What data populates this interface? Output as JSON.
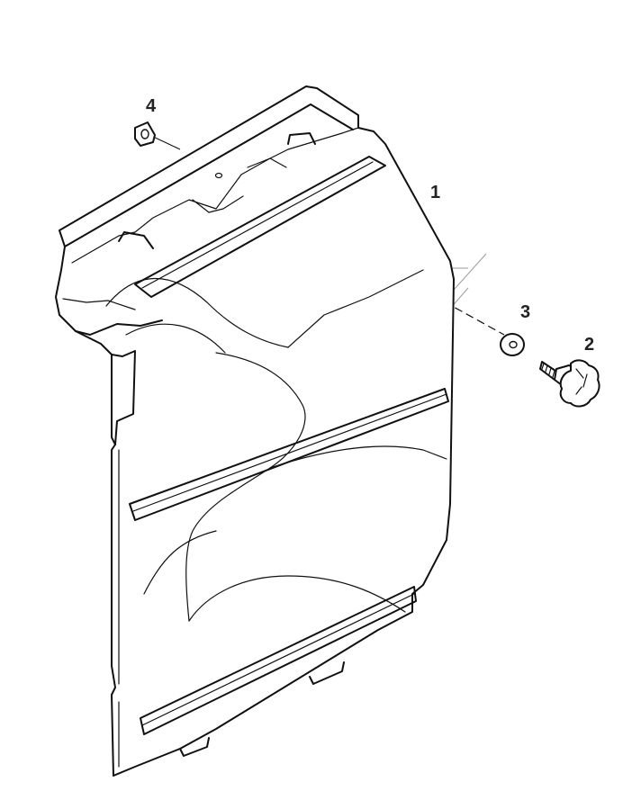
{
  "callouts": [
    {
      "id": "panel",
      "label": "1"
    },
    {
      "id": "knob",
      "label": "2"
    },
    {
      "id": "washer",
      "label": "3"
    },
    {
      "id": "clip",
      "label": "4"
    }
  ]
}
